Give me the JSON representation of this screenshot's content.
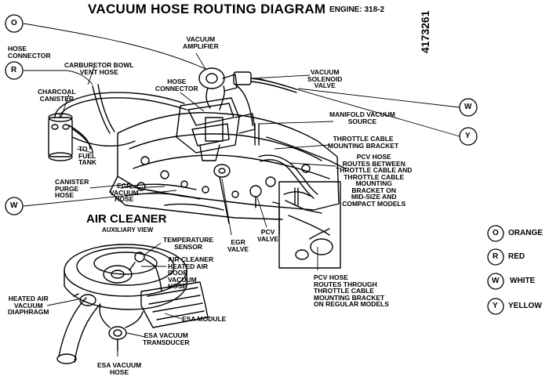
{
  "diagram": {
    "title": "VACUUM HOSE ROUTING DIAGRAM",
    "engine": "ENGINE:  318-2",
    "part_code": "4173261"
  },
  "callouts": {
    "hose_connector_left": [
      "HOSE",
      "CONNECTOR"
    ],
    "carb_bowl_vent": [
      "CARBURETOR BOWL",
      "VENT HOSE"
    ],
    "charcoal_canister": [
      "CHARCOAL",
      "CANISTER"
    ],
    "to_fuel_tank": [
      "TO",
      "FUEL",
      "TANK"
    ],
    "vacuum_amplifier": [
      "VACUUM",
      "AMPLIFIER"
    ],
    "hose_connector_center": [
      "HOSE",
      "CONNECTOR"
    ],
    "vacuum_solenoid": [
      "VACUUM",
      "SOLENOID",
      "VALVE"
    ],
    "manifold_vacuum": [
      "MANIFOLD VACUUM",
      "SOURCE"
    ],
    "throttle_bracket": [
      "THROTTLE CABLE",
      "MOUNTING BRACKET"
    ],
    "pcv_between": [
      "PCV HOSE",
      "ROUTES BETWEEN",
      "THROTTLE CABLE AND",
      "THROTTLE CABLE",
      "MOUNTING",
      "BRACKET ON",
      "MID-SIZE AND",
      "COMPACT MODELS"
    ],
    "canister_purge": [
      "CANISTER",
      "PURGE",
      "HOSE"
    ],
    "egr_vacuum": [
      "EGR",
      "VACUUM",
      "HOSE"
    ],
    "egr_valve": [
      "EGR",
      "VALVE"
    ],
    "pcv_valve": [
      "PCV",
      "VALVE"
    ],
    "pcv_through": [
      "PCV HOSE",
      "ROUTES THROUGH",
      "THROTTLE CABLE",
      "MOUNTING BRACKET",
      "ON REGULAR MODELS"
    ]
  },
  "air_cleaner": {
    "title": "AIR CLEANER",
    "subtitle": "AUXILIARY VIEW",
    "temp_sensor": [
      "TEMPERATURE",
      "SENSOR"
    ],
    "heated_air_door": [
      "AIR CLEANER",
      "HEATED AIR",
      "DOOR",
      "VACUUM",
      "HOSE"
    ],
    "heated_air_diaphragm": [
      "HEATED AIR",
      "VACUUM",
      "DIAPHRAGM"
    ],
    "esa_module": "ESA MODULE",
    "esa_transducer": [
      "ESA VACUUM",
      "TRANSDUCER"
    ],
    "esa_hose": [
      "ESA VACUUM",
      "HOSE"
    ]
  },
  "markers": {
    "o": "O",
    "r": "R",
    "w": "W",
    "y": "Y"
  },
  "legend": [
    {
      "code": "O",
      "label": "ORANGE"
    },
    {
      "code": "R",
      "label": "RED"
    },
    {
      "code": "W",
      "label": "WHITE"
    },
    {
      "code": "Y",
      "label": "YELLOW"
    }
  ]
}
